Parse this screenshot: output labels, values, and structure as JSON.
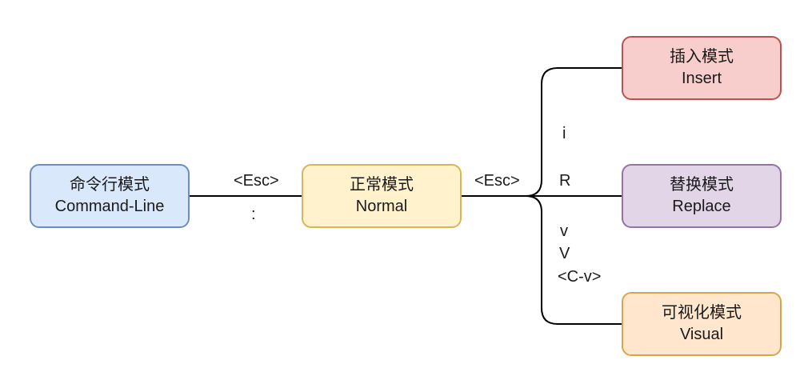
{
  "nodes": {
    "command_line": {
      "title_cn": "命令行模式",
      "title_en": "Command-Line",
      "fill": "#dae8fc",
      "stroke": "#6c8ebf"
    },
    "normal": {
      "title_cn": "正常模式",
      "title_en": "Normal",
      "fill": "#fff2cc",
      "stroke": "#d6b656"
    },
    "insert": {
      "title_cn": "插入模式",
      "title_en": "Insert",
      "fill": "#f8cecc",
      "stroke": "#b85450"
    },
    "replace": {
      "title_cn": "替换模式",
      "title_en": "Replace",
      "fill": "#e1d5e7",
      "stroke": "#9673a6"
    },
    "visual": {
      "title_cn": "可视化模式",
      "title_en": "Visual",
      "fill": "#ffe6cc",
      "stroke": "#d6a64f"
    }
  },
  "edge_labels": {
    "cmd_to_normal_esc": "<Esc>",
    "normal_to_cmd_colon": ":",
    "branch_to_normal_esc": "<Esc>",
    "to_insert": "i",
    "to_replace": "R",
    "to_visual_1": "v",
    "to_visual_2": "V",
    "to_visual_3": "<C-v>"
  }
}
